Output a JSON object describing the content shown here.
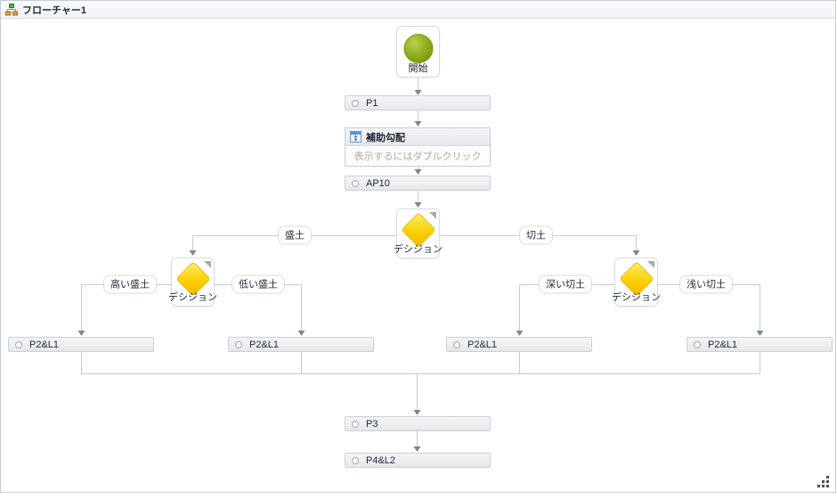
{
  "window": {
    "title": "フローチャー1"
  },
  "nodes": {
    "start": {
      "label": "開始"
    },
    "p1": {
      "label": "P1"
    },
    "aux": {
      "title": "補助勾配",
      "hint": "表示するにはダブルクリック"
    },
    "ap10": {
      "label": "AP10"
    },
    "decision_main": {
      "label": "デシジョン"
    },
    "decision_fill": {
      "label": "デシジョン"
    },
    "decision_cut": {
      "label": "デシジョン"
    },
    "p2l1_a": {
      "label": "P2&L1"
    },
    "p2l1_b": {
      "label": "P2&L1"
    },
    "p2l1_c": {
      "label": "P2&L1"
    },
    "p2l1_d": {
      "label": "P2&L1"
    },
    "p3": {
      "label": "P3"
    },
    "p4l2": {
      "label": "P4&L2"
    }
  },
  "edge_labels": {
    "fill": "盛土",
    "cut": "切土",
    "high_fill": "高い盛土",
    "low_fill": "低い盛土",
    "deep_cut": "深い切土",
    "shallow_cut": "浅い切土"
  },
  "colors": {
    "start_green": "#86a414",
    "decision_yellow": "#fcd005",
    "connector": "#c5cad2",
    "arrow": "#7f858c",
    "hint_text": "#b4a89e",
    "icon_blue": "#4a86d8"
  }
}
